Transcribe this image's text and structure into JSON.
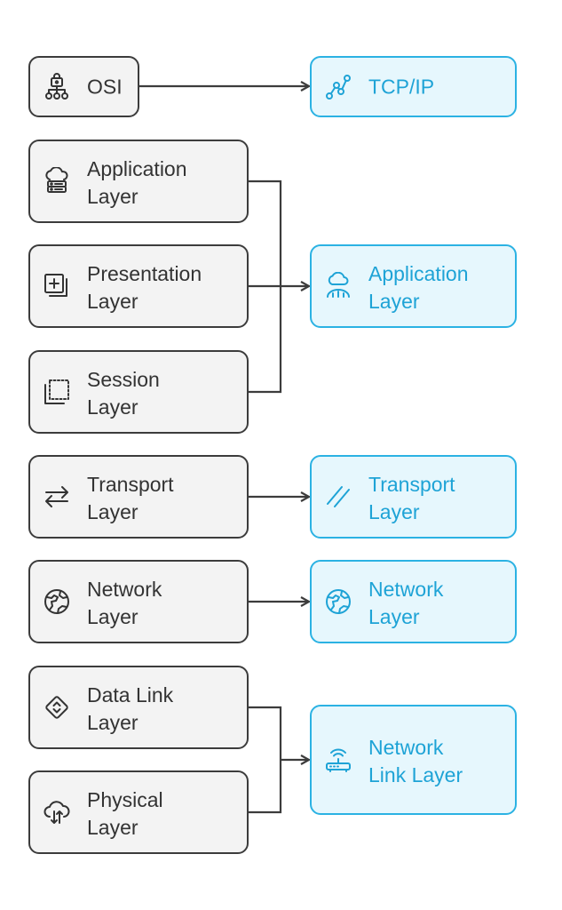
{
  "colors": {
    "osi_border": "#3c3c3c",
    "osi_fill": "#f3f3f3",
    "tcp_border": "#2bb2e3",
    "tcp_fill": "#e6f7fd",
    "tcp_text": "#1ea3d6",
    "connector": "#3c3c3c"
  },
  "headers": {
    "osi": {
      "label": "OSI",
      "icon": "hierarchy-icon"
    },
    "tcpip": {
      "label": "TCP/IP",
      "icon": "route-icon"
    }
  },
  "osi_layers": [
    {
      "line1": "Application",
      "line2": "Layer",
      "icon": "cloud-server-icon"
    },
    {
      "line1": "Presentation",
      "line2": "Layer",
      "icon": "plus-square-icon"
    },
    {
      "line1": "Session",
      "line2": "Layer",
      "icon": "dashed-square-icon"
    },
    {
      "line1": "Transport",
      "line2": "Layer",
      "icon": "swap-arrows-icon"
    },
    {
      "line1": "Network",
      "line2": "Layer",
      "icon": "globe-icon"
    },
    {
      "line1": "Data Link",
      "line2": "Layer",
      "icon": "diamond-chevrons-icon"
    },
    {
      "line1": "Physical",
      "line2": "Layer",
      "icon": "cloud-transfer-icon"
    }
  ],
  "tcpip_layers": [
    {
      "line1": "Application",
      "line2": "Layer",
      "icon": "cloud-hand-icon"
    },
    {
      "line1": "Transport",
      "line2": "Layer",
      "icon": "slash-lines-icon"
    },
    {
      "line1": "Network",
      "line2": "Layer",
      "icon": "globe-icon"
    },
    {
      "line1": "Network",
      "line2": "Link Layer",
      "icon": "router-icon"
    }
  ]
}
